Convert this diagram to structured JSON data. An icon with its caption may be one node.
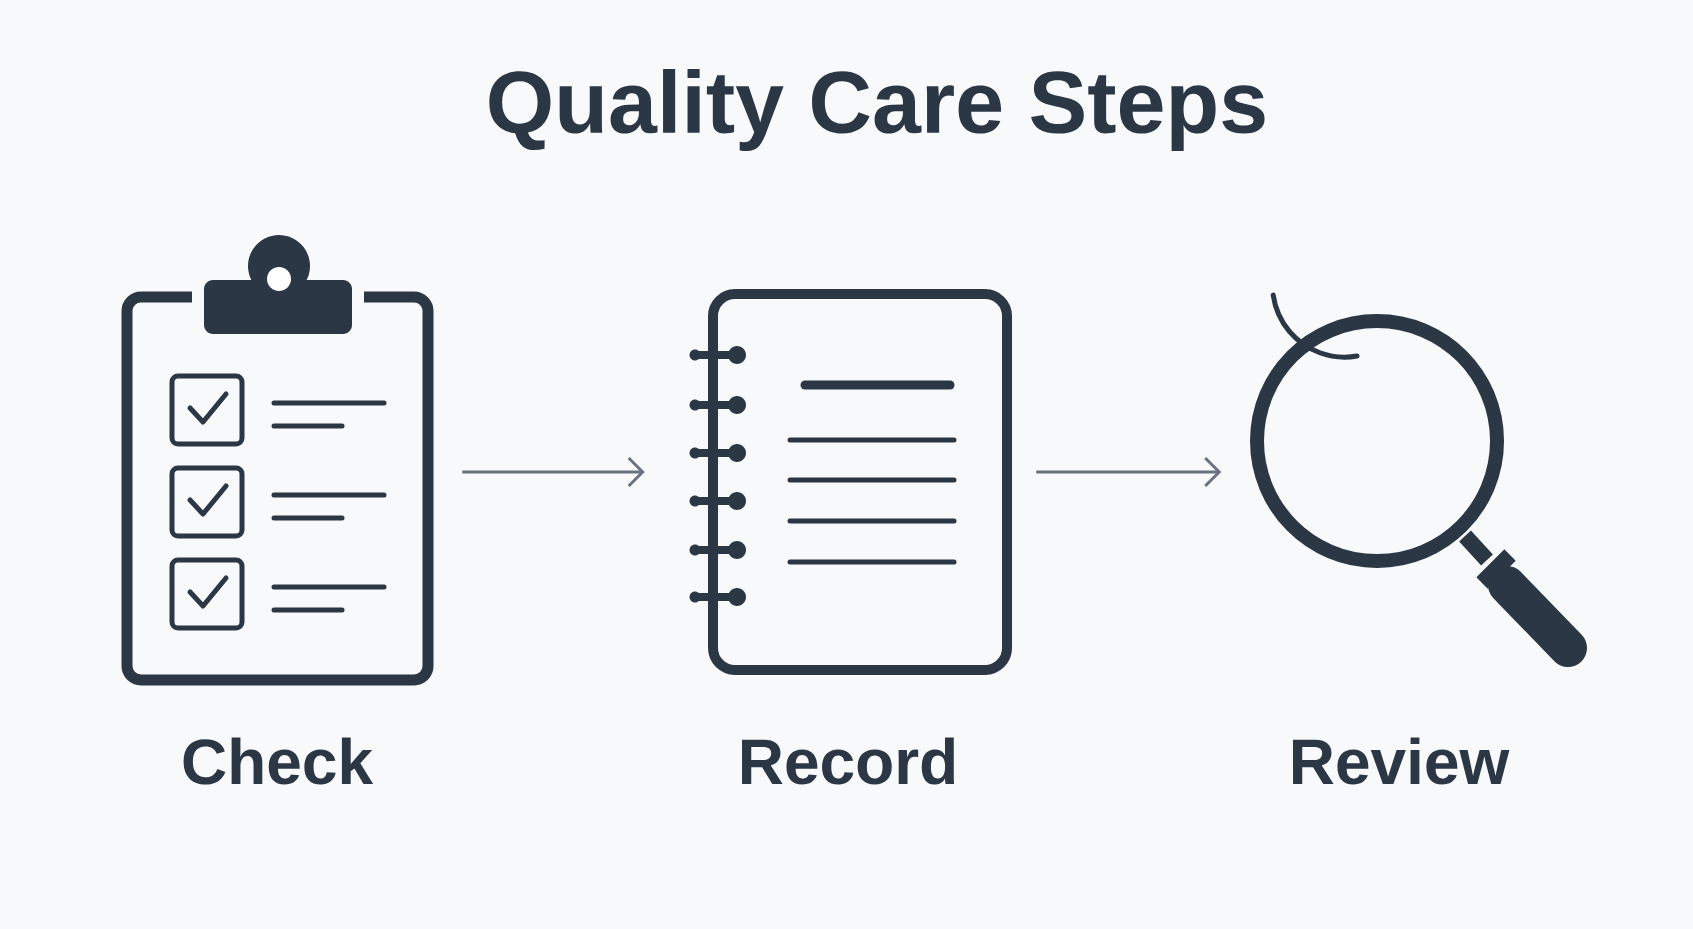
{
  "diagram": {
    "title": "Quality Care Steps",
    "nodes": [
      {
        "text": [
          "Check"
        ]
      },
      {
        "text": [
          "Record"
        ]
      },
      {
        "text": [
          "Review"
        ]
      }
    ],
    "edges": [
      {
        "from": 0,
        "to": 1,
        "arrow": "to"
      },
      {
        "from": 1,
        "to": 2,
        "arrow": "to"
      }
    ]
  }
}
